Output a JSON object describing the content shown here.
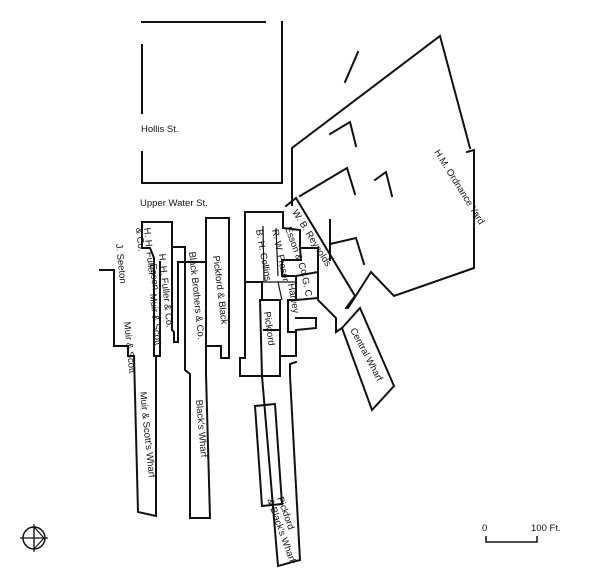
{
  "labels": {
    "hollis_st": "Hollis St.",
    "upper_water_st": "Upper Water St.",
    "ordnance_yard": "H.M. Ordnance Yard",
    "reynolds": "W. B. Reynolds",
    "esson_co": "Esson & Co.",
    "fraser": "R. W. Fraser",
    "collins": "B. H. Collins",
    "gc": "G. C.",
    "harvey": "Harvey",
    "pickford_1": "Pickford",
    "pickford_black": "Pickford & Black",
    "black_brothers": "Black Brothers & Co.",
    "black_wharf": "Black's Wharf",
    "pickford_black_wharf_1": "Pickford",
    "pickford_black_wharf_2": "& Black's Wharf",
    "central_wharf": "Central Wharf",
    "hh_fuller_1": "H. H. Fuller & Co.",
    "hh_fuller_2": "H. H. Fuller",
    "hh_fuller_3": "& Co.",
    "esson": "Esson",
    "muir_scott_1": "Muir & Scott",
    "muir_scott_2": "Muir & Scott",
    "seeton": "J. Seeton",
    "muir_scott_wharf": "Muir & Scott's Wharf"
  },
  "scale": {
    "zero": "0",
    "end": "100 Ft."
  },
  "north_symbol": "compass-circle-icon"
}
